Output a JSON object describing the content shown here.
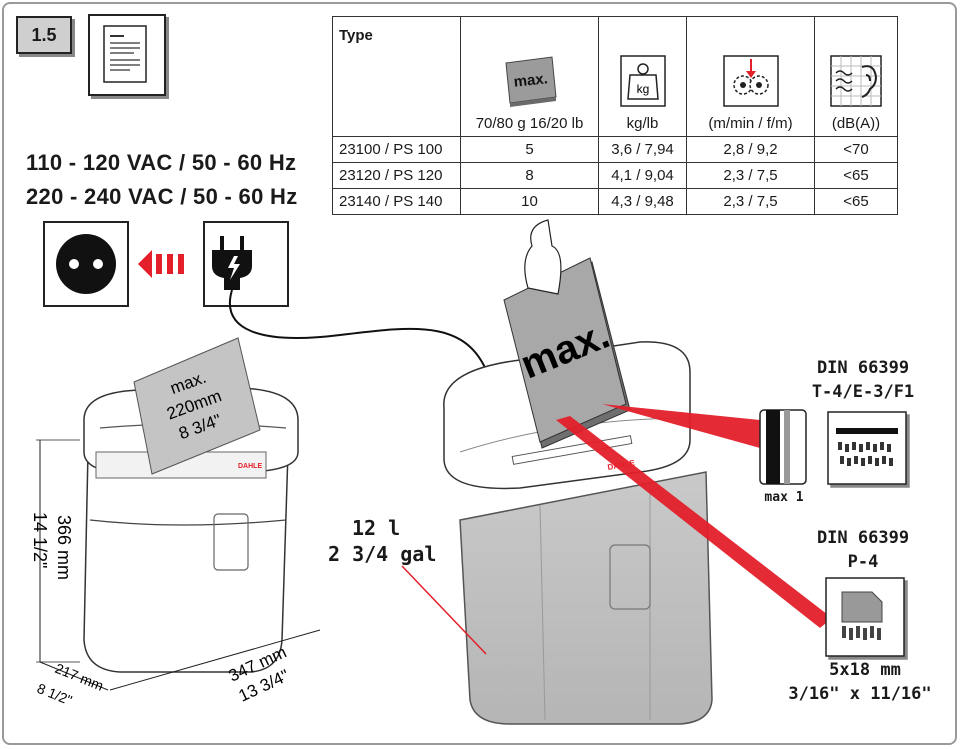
{
  "step_label": "1.5",
  "icons": {
    "manual": "document-icon",
    "paper": "paper-stack-icon",
    "weight": "weight-kg-icon",
    "speed": "shredder-speed-icon",
    "noise": "noise-ear-icon",
    "socket": "power-socket-icon",
    "plug": "power-plug-icon",
    "arrow": "red-dashed-arrow-icon"
  },
  "table": {
    "header_type": "Type",
    "paper_icon_text": "max.",
    "weight_icon_text": "kg",
    "columns": [
      "70/80 g  16/20 lb",
      "kg/lb",
      "(m/min / f/m)",
      "(dB(A))"
    ],
    "rows": [
      {
        "model": "23100 / PS 100",
        "sheets": "5",
        "weight": "3,6 / 7,94",
        "speed": "2,8 / 9,2",
        "noise": "<70"
      },
      {
        "model": "23120 / PS 120",
        "sheets": "8",
        "weight": "4,1 / 9,04",
        "speed": "2,3 / 7,5",
        "noise": "<65"
      },
      {
        "model": "23140 / PS 140",
        "sheets": "10",
        "weight": "4,3 / 9,48",
        "speed": "2,3 / 7,5",
        "noise": "<65"
      }
    ]
  },
  "voltage": {
    "line1": "110 - 120 VAC / 50 - 60 Hz",
    "line2": "220 - 240 VAC / 50 - 60 Hz"
  },
  "left_shredder": {
    "paper_line1": "max.",
    "paper_line2": "220mm",
    "paper_line3": "8 3/4\"",
    "brand": "DAHLE",
    "height_mm": "366 mm",
    "height_in": "14 1/2\"",
    "depth_mm": "217 mm",
    "depth_in": "8 1/2\"",
    "width_mm": "347 mm",
    "width_in": "13 3/4\""
  },
  "right_shredder": {
    "paper_text": "max.",
    "brand": "DAHLE",
    "bin_l": "12 l",
    "bin_gal": "2 3/4 gal"
  },
  "card_slot": {
    "din": "DIN 66399",
    "class": "T-4/E-3/F1",
    "max_label": "max 1"
  },
  "paper_cut": {
    "din": "DIN 66399",
    "class": "P-4",
    "size_mm": "5x18 mm",
    "size_in": "3/16\" x 11/16\""
  },
  "colors": {
    "accent_red": "#e3202a",
    "grey_paper": "#b8b8b8",
    "dark": "#1a1a1a"
  }
}
